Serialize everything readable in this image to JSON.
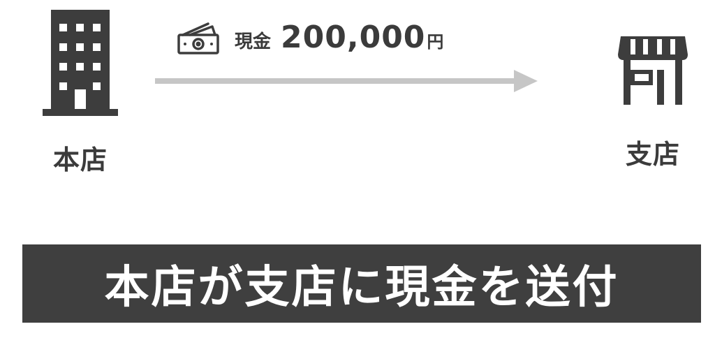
{
  "source": {
    "label": "本店",
    "icon": "office-building-icon"
  },
  "destination": {
    "label": "支店",
    "icon": "storefront-icon"
  },
  "transfer": {
    "icon": "cash-bills-icon",
    "label": "現金",
    "amount": "200,000",
    "unit": "円"
  },
  "caption": "本店が支店に現金を送付",
  "colors": {
    "icon": "#3d3d3d",
    "arrow": "#c6c6c6",
    "banner_background": "#3f3f3f",
    "banner_text": "#ffffff"
  }
}
